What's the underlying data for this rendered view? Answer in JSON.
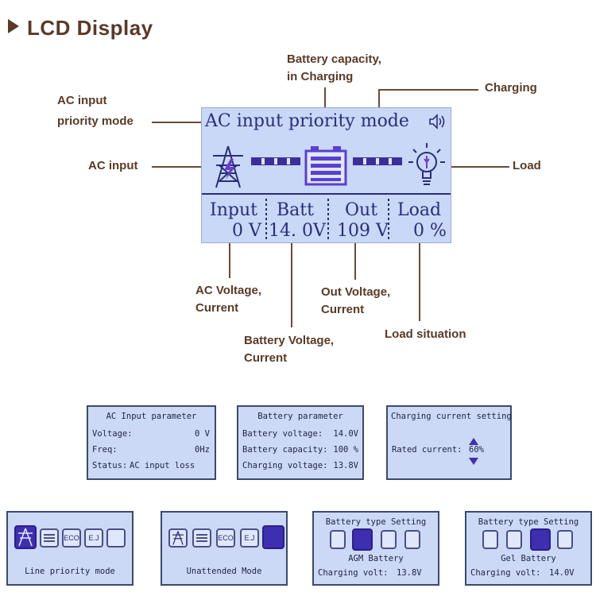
{
  "heading": {
    "title": "LCD Display"
  },
  "callouts": {
    "battery_capacity": [
      "Battery capacity,",
      "in Charging"
    ],
    "charging": "Charging",
    "ac_priority": [
      "AC input",
      "priority mode"
    ],
    "ac_input": "AC input",
    "load": "Load",
    "ac_voltage": [
      "AC Voltage,",
      "Current"
    ],
    "out_voltage": [
      "Out Voltage,",
      "Current"
    ],
    "battery_voltage": [
      "Battery Voltage,",
      "Current"
    ],
    "load_situation": "Load situation"
  },
  "main_lcd": {
    "mode_text": "AC input priority mode",
    "columns": [
      {
        "label": "Input",
        "value": "0 V"
      },
      {
        "label": "Batt",
        "value": "14. 0V"
      },
      {
        "label": "Out",
        "value": "109 V"
      },
      {
        "label": "Load",
        "value": "0 %"
      }
    ]
  },
  "panels_row1": {
    "ac": {
      "title": "AC Input parameter",
      "rows": [
        {
          "label": "Voltage:",
          "value": "0 V"
        },
        {
          "label": "Freq:",
          "value": "0Hz"
        },
        {
          "label": "Status:",
          "value": "AC input loss"
        }
      ]
    },
    "battery": {
      "title": "Battery parameter",
      "rows": [
        {
          "label": "Battery voltage:",
          "value": "14.0V"
        },
        {
          "label": "Battery capacity:",
          "value": "100 %"
        },
        {
          "label": "Charging voltage:",
          "value": "13.8V"
        }
      ]
    },
    "charging": {
      "title": "Charging current setting",
      "label": "Rated current:",
      "value": "60%"
    }
  },
  "panels_row2": {
    "line": {
      "caption": "Line priority mode"
    },
    "unattended": {
      "caption": "Unattended Mode"
    },
    "agm": {
      "title": "Battery type Setting",
      "type": "AGM Battery",
      "volt_label": "Charging volt:",
      "volt_value": "13.8V"
    },
    "gel": {
      "title": "Battery type Setting",
      "type": "Gel Battery",
      "volt_label": "Charging volt:",
      "volt_value": "14.0V"
    },
    "icon_eco": "ECO",
    "icon_e": "E.J"
  },
  "colors": {
    "lcd_bg": "#c9d8f7",
    "lcd_text": "#2a2d7a",
    "accent": "#6a3ec8",
    "label": "#5a3a26"
  }
}
